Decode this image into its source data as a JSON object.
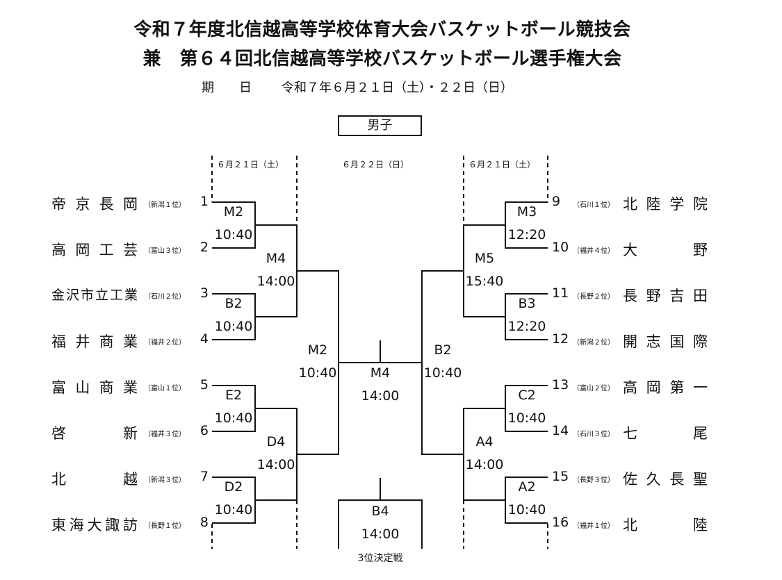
{
  "header": {
    "title_line1": "令和７年度北信越高等学校体育大会バスケットボール競技会",
    "title_line2": "兼　第６４回北信越高等学校バスケットボール選手権大会",
    "period_label": "期　　日",
    "period_value": "令和７年６月２１日（土）・２２日（日）"
  },
  "gender_label": "男子",
  "day_headers": {
    "left": "６月２１日（土）",
    "center": "６月２２日（日）",
    "right": "６月２１日（土）"
  },
  "left_teams": [
    {
      "name": "帝京長岡",
      "seed": "（新潟１位）",
      "num": "1"
    },
    {
      "name": "高岡工芸",
      "seed": "（富山３位）",
      "num": "2"
    },
    {
      "name": "金沢市立工業",
      "seed": "（石川２位）",
      "num": "3"
    },
    {
      "name": "福井商業",
      "seed": "（福井２位）",
      "num": "4"
    },
    {
      "name": "富山商業",
      "seed": "（富山１位）",
      "num": "5"
    },
    {
      "name": "啓　新",
      "seed": "（福井３位）",
      "num": "6"
    },
    {
      "name": "北　越",
      "seed": "（新潟３位）",
      "num": "7"
    },
    {
      "name": "東海大諏訪",
      "seed": "（長野１位）",
      "num": "8"
    }
  ],
  "right_teams": [
    {
      "name": "北陸学院",
      "seed": "（石川１位）",
      "num": "9"
    },
    {
      "name": "大　野",
      "seed": "（福井４位）",
      "num": "10"
    },
    {
      "name": "長野吉田",
      "seed": "（長野２位）",
      "num": "11"
    },
    {
      "name": "開志国際",
      "seed": "（新潟２位）",
      "num": "12"
    },
    {
      "name": "高岡第一",
      "seed": "（富山２位）",
      "num": "13"
    },
    {
      "name": "七　尾",
      "seed": "（石川３位）",
      "num": "14"
    },
    {
      "name": "佐久長聖",
      "seed": "（長野３位）",
      "num": "15"
    },
    {
      "name": "北　陸",
      "seed": "（福井１位）",
      "num": "16"
    }
  ],
  "matches": {
    "l1": {
      "court": "M2",
      "time": "10:40"
    },
    "l2": {
      "court": "B2",
      "time": "10:40"
    },
    "l3": {
      "court": "E2",
      "time": "10:40"
    },
    "l4": {
      "court": "D2",
      "time": "10:40"
    },
    "l_semi_top": {
      "court": "M4",
      "time": "14:00"
    },
    "l_semi_bot": {
      "court": "D4",
      "time": "14:00"
    },
    "left_final": {
      "court": "M2",
      "time": "10:40"
    },
    "final": {
      "court": "M4",
      "time": "14:00"
    },
    "right_final": {
      "court": "B2",
      "time": "10:40"
    },
    "r_semi_top": {
      "court": "M5",
      "time": "15:40"
    },
    "r_semi_bot": {
      "court": "A4",
      "time": "14:00"
    },
    "r1": {
      "court": "M3",
      "time": "12:20"
    },
    "r2": {
      "court": "B3",
      "time": "12:20"
    },
    "r3": {
      "court": "C2",
      "time": "10:40"
    },
    "r4": {
      "court": "A2",
      "time": "10:40"
    },
    "third_place": {
      "court": "B4",
      "time": "14:00"
    }
  },
  "third_place_label": "3位決定戦"
}
